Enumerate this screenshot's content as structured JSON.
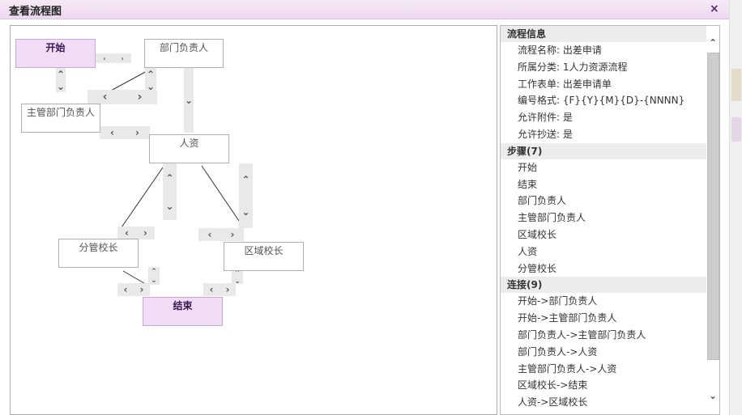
{
  "dialog": {
    "title": "查看流程图",
    "close": "×"
  },
  "flow": {
    "nodes": {
      "start": "开始",
      "dept_head": "部门负责人",
      "main_dept_head": "主管部门负责人",
      "hr": "人资",
      "vice_principal": "分管校长",
      "region_principal": "区域校长",
      "end": "结束"
    }
  },
  "info": {
    "sections": [
      {
        "title": "流程信息",
        "items": [
          "流程名称: 出差申请",
          "所属分类: 1人力资源流程",
          "工作表单: 出差申请单",
          "编号格式: {F}{Y}{M}{D}-{NNNN}",
          "允许附件: 是",
          "允许抄送: 是"
        ]
      },
      {
        "title": "步骤(7)",
        "items": [
          "开始",
          "结束",
          "部门负责人",
          "主管部门负责人",
          "区域校长",
          "人资",
          "分管校长"
        ]
      },
      {
        "title": "连接(9)",
        "items": [
          "开始->部门负责人",
          "开始->主管部门负责人",
          "部门负责人->主管部门负责人",
          "部门负责人->人资",
          "主管部门负责人->人资",
          "区域校长->结束",
          "人资->区域校长"
        ]
      }
    ]
  },
  "colors": {
    "accent": "#f0dcf5",
    "titlebar": "#ecd8ef"
  }
}
